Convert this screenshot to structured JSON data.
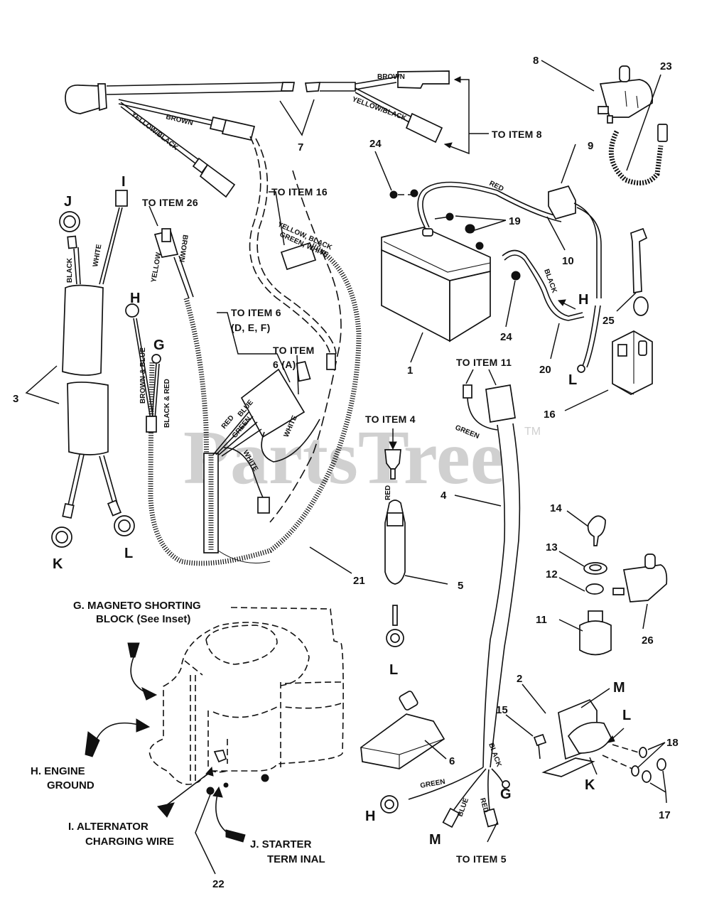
{
  "diagram": {
    "title": "Wiring Harness Parts Diagram",
    "watermark": "PartsTree",
    "watermark_mark": "TM",
    "callouts": [
      "1",
      "2",
      "3",
      "4",
      "5",
      "6",
      "7",
      "8",
      "9",
      "10",
      "11",
      "12",
      "13",
      "14",
      "15",
      "16",
      "17",
      "18",
      "19",
      "20",
      "21",
      "22",
      "23",
      "24",
      "24",
      "25",
      "26"
    ],
    "callout_map": {
      "c1": "1",
      "c2": "2",
      "c3": "3",
      "c4": "4",
      "c5": "5",
      "c6": "6",
      "c7": "7",
      "c8": "8",
      "c9": "9",
      "c10": "10",
      "c11": "11",
      "c12": "12",
      "c13": "13",
      "c14": "14",
      "c15": "15",
      "c16": "16",
      "c17": "17",
      "c18": "18",
      "c19": "19",
      "c20": "20",
      "c21": "21",
      "c22": "22",
      "c23": "23",
      "c24a": "24",
      "c24b": "24",
      "c25": "25",
      "c26": "26"
    },
    "connection_letters": {
      "J_top": "J",
      "I_top": "I",
      "H_mid": "H",
      "G_mid": "G",
      "K_bottom": "K",
      "L_bottom": "L",
      "H_battery": "H",
      "L_battery": "L",
      "L_rectifier": "L",
      "M_solenoid": "M",
      "L_solenoid": "L",
      "K_solenoid": "K",
      "H_harness": "H",
      "M_harness": "M",
      "G_harness": "G"
    },
    "notes": {
      "to_item_8": "TO ITEM 8",
      "to_item_16": "TO ITEM 16",
      "to_item_26": "TO ITEM 26",
      "to_item_6_def_line1": "TO ITEM 6",
      "to_item_6_def_line2": "(D, E, F)",
      "to_item_6_a_line1": "TO ITEM",
      "to_item_6_a_line2": "6 (A)",
      "to_item_11": "TO ITEM 11",
      "to_item_4": "TO ITEM 4",
      "to_item_5": "TO ITEM 5"
    },
    "wire_colors": {
      "brown_top_left": "BROWN",
      "yellow_black_top_left": "YELLOW/BLACK",
      "brown_top_right": "BROWN",
      "yellow_black_top_right": "YELLOW/BLACK",
      "red_battery": "RED",
      "black_battery": "BLACK",
      "black_rect": "BLACK",
      "white_rect": "WHITE",
      "yellow_26": "YELLOW",
      "brown_26": "BROWN",
      "yellow_black_green_white_1": "YELLOW, BLACK",
      "yellow_black_green_white_2": "GREEN, WHITE",
      "brown_blue": "BROWN & BLUE",
      "black_red": "BLACK & RED",
      "red_main": "RED",
      "blue_main": "BLUE",
      "green_main": "GREEN",
      "white_main_1": "WHITE",
      "white_main_2": "WHITE",
      "green_item11": "GREEN",
      "red_fuse": "RED",
      "green_bottom": "GREEN",
      "blue_bottom": "BLUE",
      "red_bottom": "RED",
      "black_bottom": "BLACK"
    },
    "engine_inset": {
      "g_line1": "G.  MAGNETO SHORTING",
      "g_line2": "BLOCK (See Inset)",
      "h_line1": "H.  ENGINE",
      "h_line2": "GROUND",
      "i_line1": "I.  ALTERNATOR",
      "i_line2": "CHARGING WIRE",
      "j_line1": "J.  STARTER",
      "j_line2": "TERM INAL"
    }
  }
}
